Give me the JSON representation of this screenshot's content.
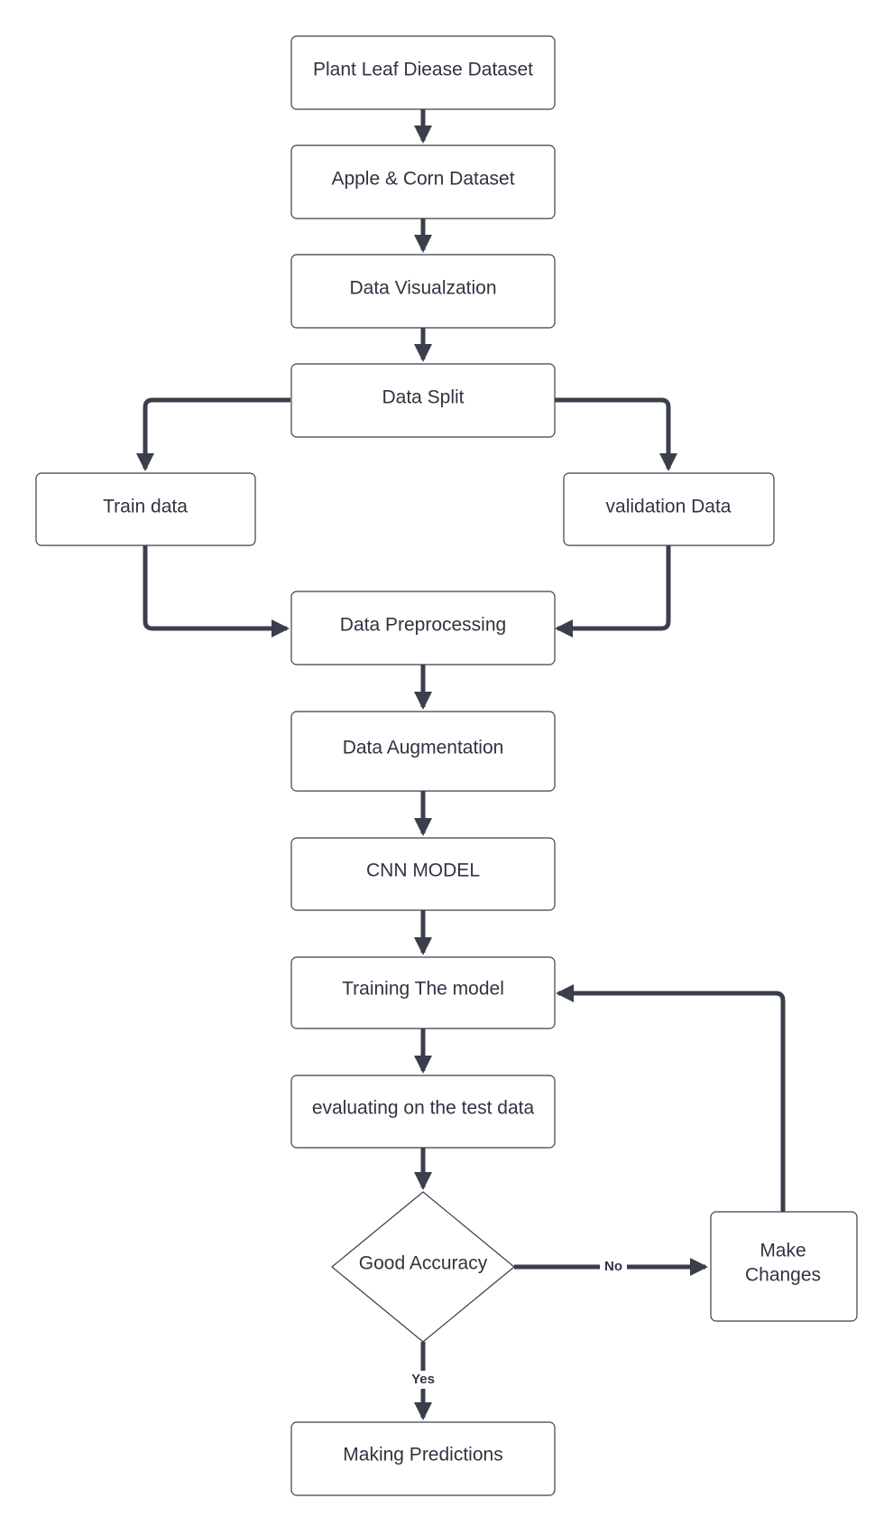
{
  "nodes": {
    "plant_dataset": "Plant Leaf Diease Dataset",
    "apple_corn": "Apple & Corn Dataset",
    "visualization": "Data Visualzation",
    "split": "Data Split",
    "train": "Train data",
    "validation": "validation Data",
    "preprocessing": "Data Preprocessing",
    "augmentation": "Data Augmentation",
    "cnn": "CNN MODEL",
    "training": "Training The model",
    "evaluating": "evaluating on the test data",
    "decision": "Good Accuracy",
    "make_changes_line1": "Make",
    "make_changes_line2": "Changes",
    "predictions": "Making Predictions"
  },
  "edge_labels": {
    "no": "No",
    "yes": "Yes"
  },
  "colors": {
    "stroke": "#3a3f4b",
    "text": "#2f3441",
    "background": "#ffffff"
  }
}
